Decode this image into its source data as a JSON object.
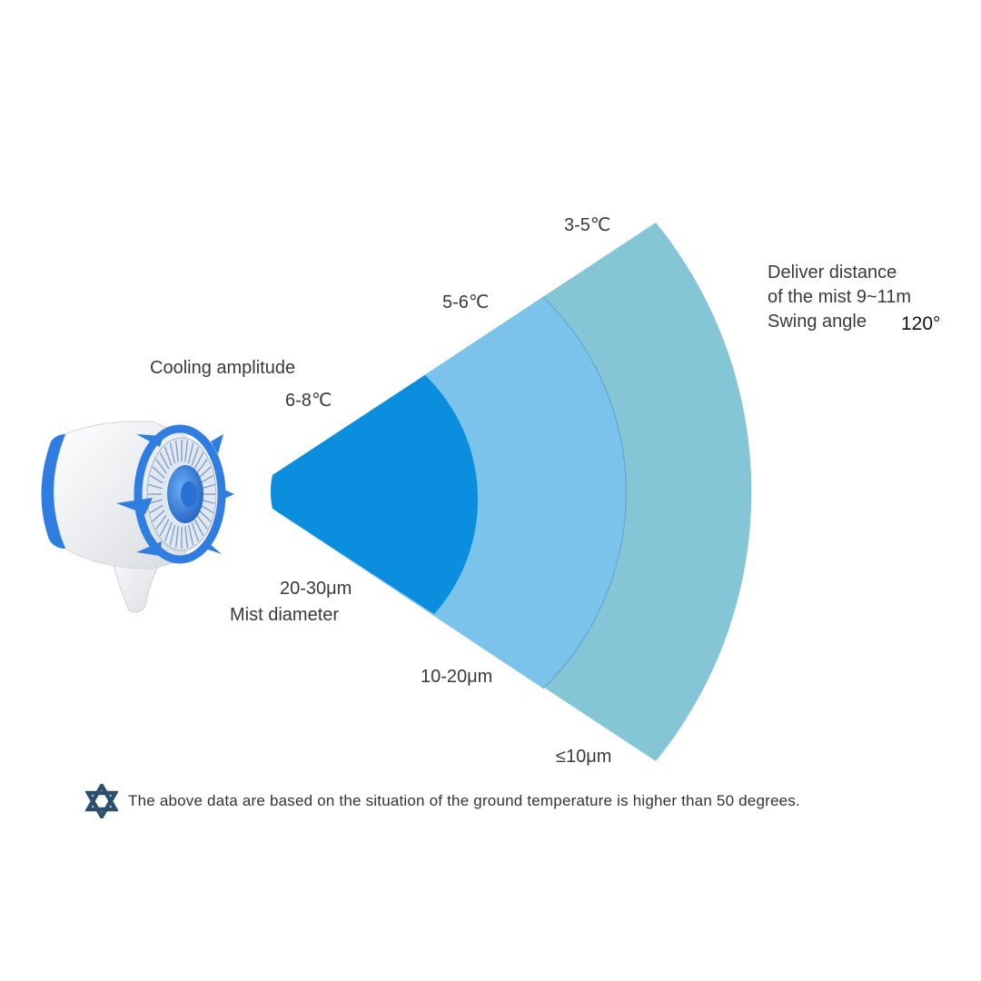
{
  "cooling": {
    "title": "Cooling amplitude",
    "inner": "6-8℃",
    "middle": "5-6℃",
    "outer": "3-5℃"
  },
  "mist": {
    "title": "Mist diameter",
    "inner": "20-30μm",
    "middle": "10-20μm",
    "outer": "≤10μm"
  },
  "deliver": {
    "line1": "Deliver distance",
    "line2": "of the mist 9~11m",
    "line3": "Swing angle",
    "swing_value": "120°"
  },
  "footnote": {
    "icon": "star-of-david-icon",
    "text": "The above data are based on the situation of the ground temperature is higher than 50 degrees."
  },
  "colors": {
    "zone_inner": "#0b8ede",
    "zone_middle": "#7cc3ec",
    "zone_outer": "#84c5d6",
    "fan_blue": "#2f7de0",
    "fan_body": "#eef0f2",
    "icon": "#2d4f6c"
  }
}
